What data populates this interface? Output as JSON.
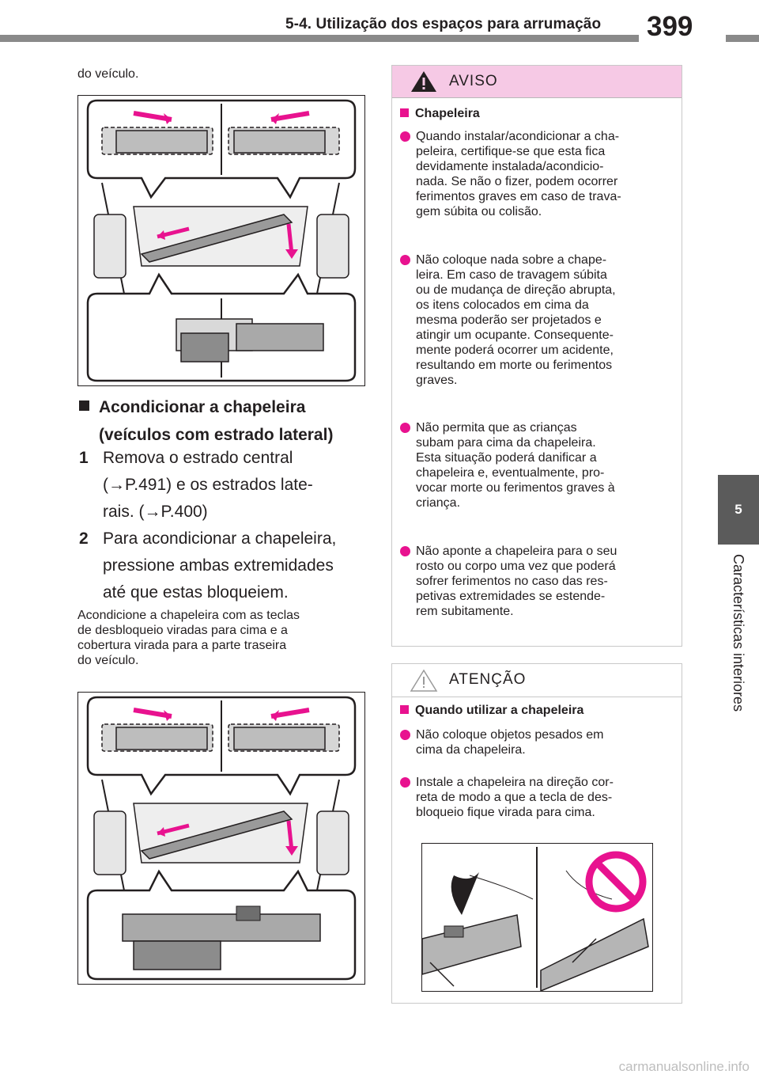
{
  "header": {
    "section_title": "5-4. Utilização dos espaços para arrumação",
    "page_number": "399"
  },
  "side_tab": {
    "chapter_number": "5",
    "chapter_title": "Características interiores"
  },
  "left": {
    "intro_text": "do veículo.",
    "section_heading_line1": "Acondicionar a chapeleira",
    "section_heading_line2": "(veículos com estrado lateral)",
    "steps": [
      {
        "num": "1",
        "lines": [
          "Remova o estrado central",
          "(→P.491) e os estrados late-",
          "rais. (→P.400)"
        ]
      },
      {
        "num": "2",
        "lines": [
          "Para acondicionar a chapeleira,",
          "pressione ambas extremidades",
          "até que estas bloqueiem."
        ]
      }
    ],
    "note_lines": [
      "Acondicione a chapeleira com as teclas",
      "de desbloqueio viradas para cima e a",
      "cobertura virada para a parte traseira",
      "do veículo."
    ]
  },
  "aviso": {
    "title": "AVISO",
    "subheading": "Chapeleira",
    "bullets": [
      [
        "Quando instalar/acondicionar a cha-",
        "peleira, certifique-se que esta fica",
        "devidamente instalada/acondicio-",
        "nada. Se não o fizer, podem ocorrer",
        "ferimentos graves em caso de trava-",
        "gem súbita ou colisão."
      ],
      [
        "Não coloque nada sobre a chape-",
        "leira. Em caso de travagem súbita",
        "ou de mudança de direção abrupta,",
        "os itens colocados em cima da",
        "mesma poderão ser projetados e",
        "atingir um ocupante. Consequente-",
        "mente poderá ocorrer um acidente,",
        "resultando em morte ou ferimentos",
        "graves."
      ],
      [
        "Não permita que as crianças",
        "subam para cima da chapeleira.",
        "Esta situação poderá danificar a",
        "chapeleira e, eventualmente, pro-",
        "vocar morte ou ferimentos graves à",
        "criança."
      ],
      [
        "Não aponte a chapeleira para o seu",
        "rosto ou corpo uma vez que poderá",
        "sofrer ferimentos no caso das res-",
        "petivas extremidades se estende-",
        "rem subitamente."
      ]
    ]
  },
  "atencao": {
    "title": "ATENÇÃO",
    "subheading": "Quando utilizar a chapeleira",
    "bullets": [
      [
        "Não coloque objetos pesados em",
        "cima da chapeleira."
      ],
      [
        "Instale a chapeleira na direção cor-",
        "reta de modo a que a tecla de des-",
        "bloqueio fique virada para cima."
      ]
    ]
  },
  "colors": {
    "accent_magenta": "#e8128f",
    "aviso_header_bg": "#f6c9e5",
    "header_band": "#8a8a8a",
    "side_tab_bg": "#5b5b5b"
  },
  "watermark": "carmanualsonline.info"
}
